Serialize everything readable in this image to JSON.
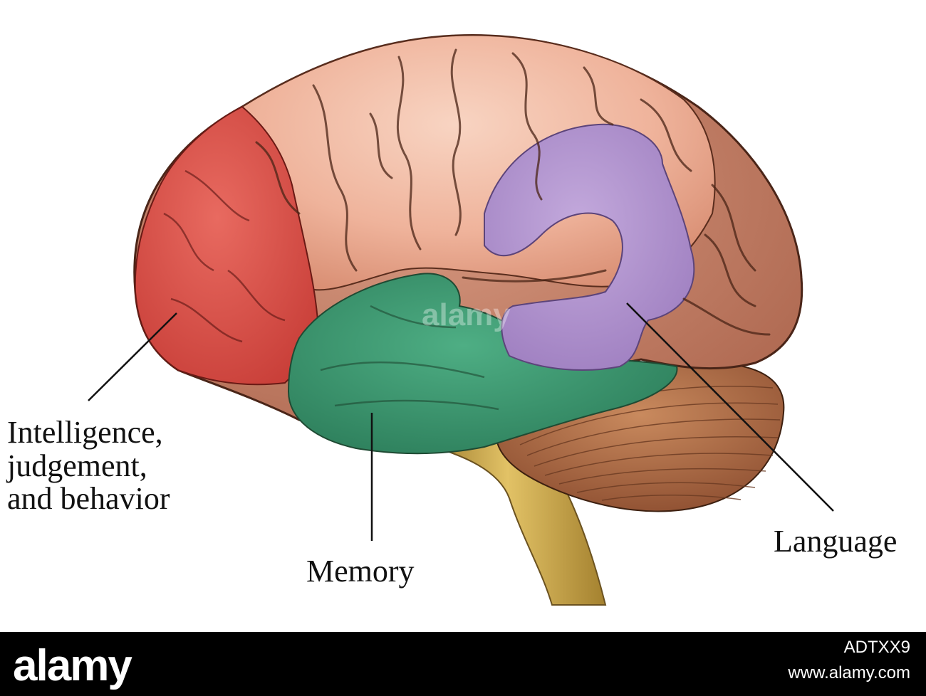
{
  "labels": {
    "intelligence_line1": "Intelligence,",
    "intelligence_line2": "judgement,",
    "intelligence_line3": "and behavior",
    "memory": "Memory",
    "language": "Language"
  },
  "watermark": {
    "text": "alamy",
    "image_id": "ADTXX9",
    "url": "www.alamy.com"
  },
  "colors": {
    "frontal_region": "#d9534a",
    "memory_region": "#3f9a72",
    "language_region": "#b597cf",
    "cortex": "#f1b9a1",
    "occipital": "#c98670",
    "cerebellum": "#b4704c",
    "brainstem": "#c9a24a",
    "footer_bg": "#000000"
  }
}
